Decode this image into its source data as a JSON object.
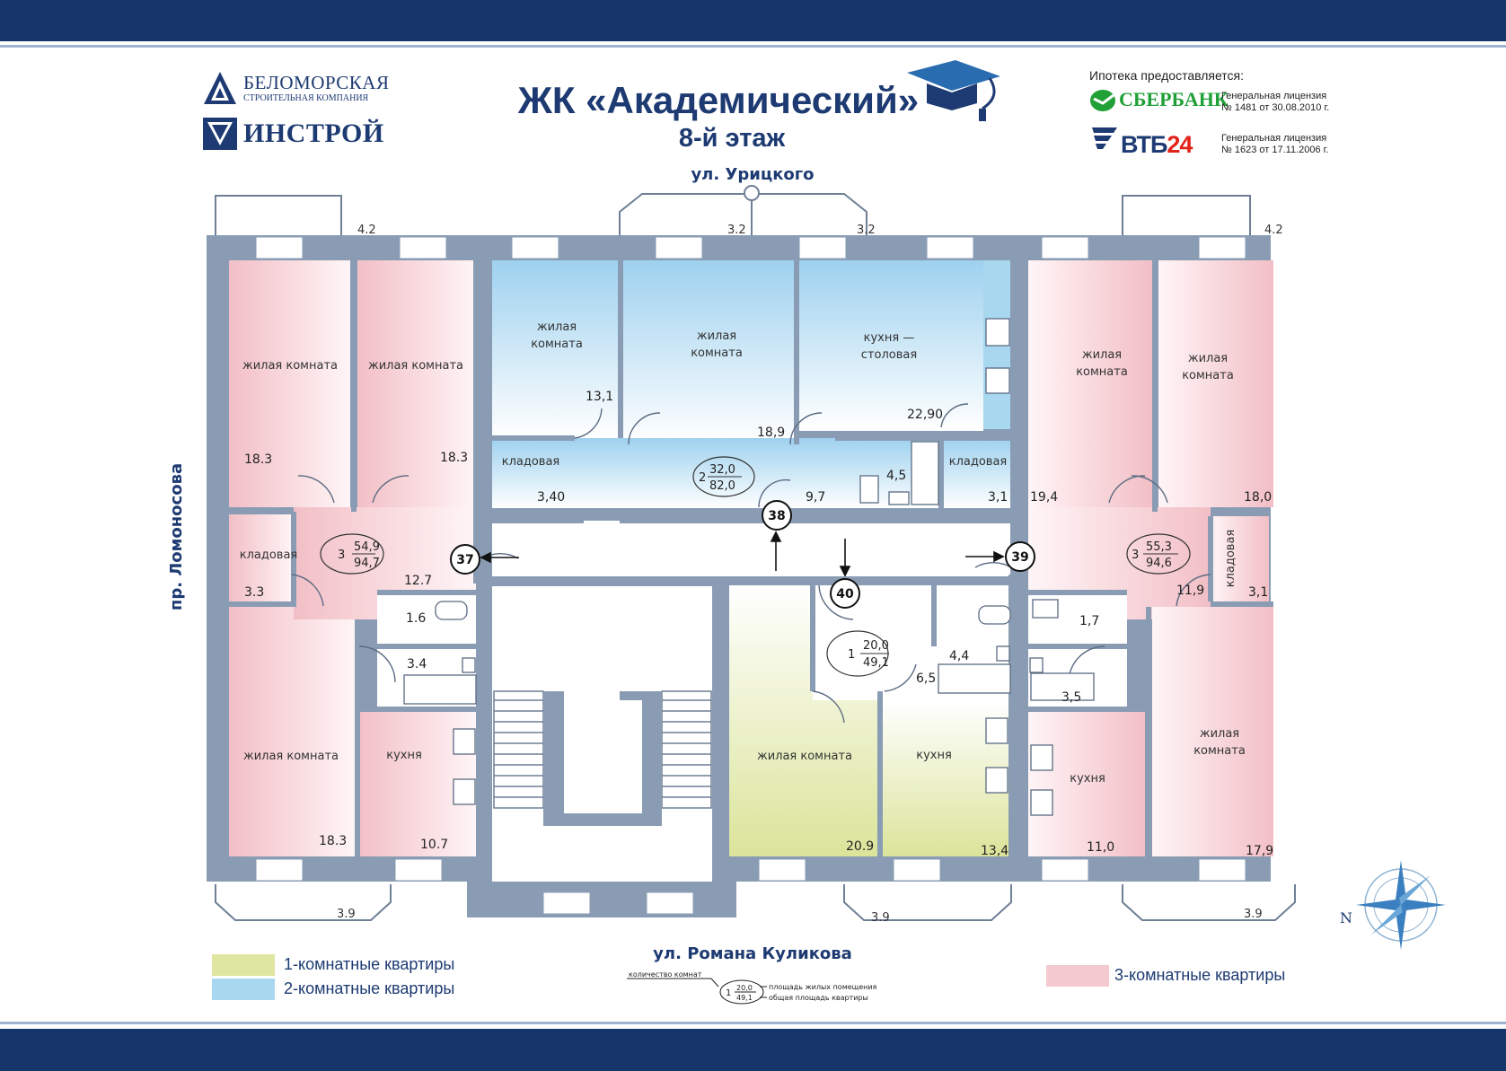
{
  "header": {
    "title": "ЖК «Академический»",
    "floor": "8-й этаж"
  },
  "logos": {
    "belomor_name": "БЕЛОМОРСКАЯ",
    "belomor_sub": "СТРОИТЕЛЬНАЯ КОМПАНИЯ",
    "instroy_name": "ИНСТРОЙ"
  },
  "mortgage": {
    "heading": "Ипотека предоставляется:",
    "sber_name": "СБЕРБАНК",
    "sber_license_1": "Генеральная лицензия",
    "sber_license_2": "№ 1481 от 30.08.2010 г.",
    "vtb_name_a": "ВТБ",
    "vtb_name_b": "24",
    "vtb_license_1": "Генеральная лицензия",
    "vtb_license_2": "№ 1623 от 17.11.2006 г."
  },
  "streets": {
    "north": "ул. Урицкого",
    "south": "ул. Романа Куликова",
    "west": "пр. Ломоносова"
  },
  "rooms": {
    "living": "жилая комната",
    "living_l1": "жилая",
    "living_l2": "комната",
    "kitchen": "кухня",
    "kitchen_dining_l1": "кухня —",
    "kitchen_dining_l2": "столовая",
    "storage": "кладовая"
  },
  "areas": {
    "a37_r1": "18.3",
    "a37_r2": "18.3",
    "a37_store": "3.3",
    "a37_hall": "12.7",
    "a37_wc": "1.6",
    "a37_bath": "3.4",
    "a37_r3": "18.3",
    "a37_kitchen": "10.7",
    "a38_r1": "13,1",
    "a38_r2": "18,9",
    "a38_kitchen": "22,90",
    "a38_store1": "3,40",
    "a38_hall": "9,7",
    "a38_bath": "4,5",
    "a38_store2": "3,1",
    "a39_r1": "19,4",
    "a39_r2": "18,0",
    "a39_hall": "11,9",
    "a39_store": "3,1",
    "a39_wc": "1,7",
    "a39_bath": "3,5",
    "a39_kitchen": "11,0",
    "a39_r3": "17,9",
    "a40_hall": "6,5",
    "a40_bath": "4,4",
    "a40_room": "20.9",
    "a40_kitchen": "13,4"
  },
  "balconies": {
    "nw": "4.2",
    "nc_left": "3.2",
    "nc_right": "3.2",
    "ne": "4.2",
    "sw": "3.9",
    "sc": "3.9",
    "se": "3.9"
  },
  "apartments": [
    {
      "num": "37",
      "rooms": "3",
      "living_area": "54,9",
      "total_area": "94,7"
    },
    {
      "num": "38",
      "rooms": "2",
      "living_area": "32,0",
      "total_area": "82,0"
    },
    {
      "num": "39",
      "rooms": "3",
      "living_area": "55,3",
      "total_area": "94,6"
    },
    {
      "num": "40",
      "rooms": "1",
      "living_area": "20,0",
      "total_area": "49,1"
    }
  ],
  "legend": {
    "one_room": "1-комнатные квартиры",
    "two_room": "2-комнатные квартиры",
    "three_room": "3-комнатные квартиры",
    "colors": {
      "one_room": "#dfe6a2",
      "two_room": "#a8d7f0",
      "three_room": "#f4c9cf"
    }
  },
  "explain": {
    "label_rooms": "количество комнат",
    "label_living": "площадь жилых помещения",
    "label_total": "общая площадь квартиры",
    "sample_rooms": "1",
    "sample_living": "20,0",
    "sample_total": "49,1"
  },
  "compass": {
    "north": "N"
  }
}
